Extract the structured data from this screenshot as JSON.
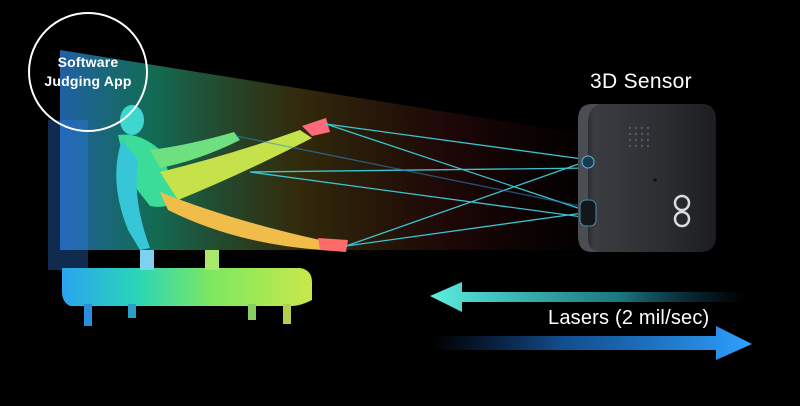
{
  "app_label": {
    "line1": "Software",
    "line2": "Judging App"
  },
  "sensor": {
    "title": "3D Sensor",
    "logo_icon": "infinity-logo-icon"
  },
  "lasers": {
    "label": "Lasers (2 mil/sec)"
  },
  "colors": {
    "beam": "#3fd7e6",
    "arrow_top": "#3ee6d4",
    "arrow_bottom": "#1e7fe8",
    "sensor_body": "#2a2c30"
  },
  "icons": [
    "gymnast-figure",
    "pommel-horse",
    "laser-beams",
    "sensor-device"
  ]
}
